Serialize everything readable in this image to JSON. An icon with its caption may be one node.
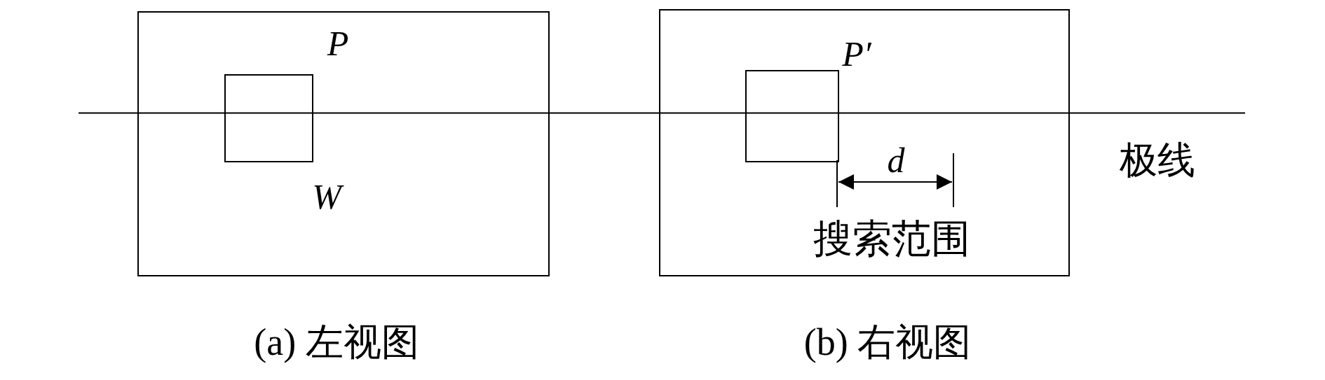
{
  "diagram": {
    "nodes": [
      {
        "text": [],
        "shape": "box",
        "beside": [
          "(a) 左视图"
        ]
      },
      {
        "text": [],
        "shape": "box",
        "in": 0
      },
      {
        "text": [],
        "shape": "box",
        "beside": [
          "(b) 右视图"
        ]
      },
      {
        "text": [],
        "shape": "box",
        "in": 2
      }
    ],
    "edges": [],
    "labels": [
      "P",
      "W",
      "P′",
      "d",
      "搜索范围",
      "极线"
    ]
  }
}
